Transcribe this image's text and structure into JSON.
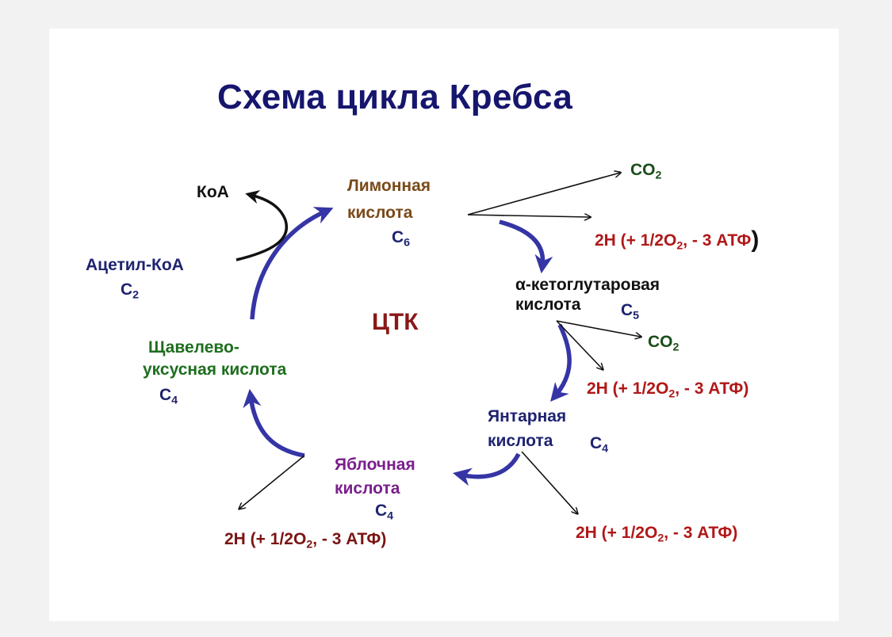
{
  "title": "Схема  цикла Кребса",
  "center_label": "ЦТК",
  "nodes": {
    "citric": {
      "line1": "Лимонная",
      "line2": "кислота",
      "carbon": "C",
      "carbon_sub": "6"
    },
    "akg": {
      "line1": "α-кетоглутаровая",
      "line2": "кислота",
      "carbon": "C",
      "carbon_sub": "5"
    },
    "succinic": {
      "line1": "Янтарная",
      "line2": "кислота",
      "carbon": "C",
      "carbon_sub": "4"
    },
    "malic": {
      "line1": "Яблочная",
      "line2": "кислота",
      "carbon": "C",
      "carbon_sub": "4"
    },
    "oxaloacetic": {
      "line1": "Щавелево-",
      "line2": "уксусная кислота",
      "carbon": "C",
      "carbon_sub": "4"
    },
    "acetyl": {
      "line1": "Ацетил-КоА",
      "carbon": "C",
      "carbon_sub": "2"
    },
    "coa": {
      "label": "КоА"
    }
  },
  "products": {
    "co2": {
      "main": "CO",
      "sub": "2"
    },
    "hydrogen": {
      "pre": "2H (+ 1/2O",
      "sub": "2",
      "post": ", - 3 АТФ)"
    },
    "hydrogen_top": {
      "pre": "2H (+ 1/2O",
      "sub": "2",
      "post": ", - 3 АТФ",
      "close": ")"
    }
  },
  "colors": {
    "cycle_arrow": "#3535a6",
    "title": "#16166e",
    "products_red": "#b01818",
    "co2_green": "#1a4d1a"
  }
}
